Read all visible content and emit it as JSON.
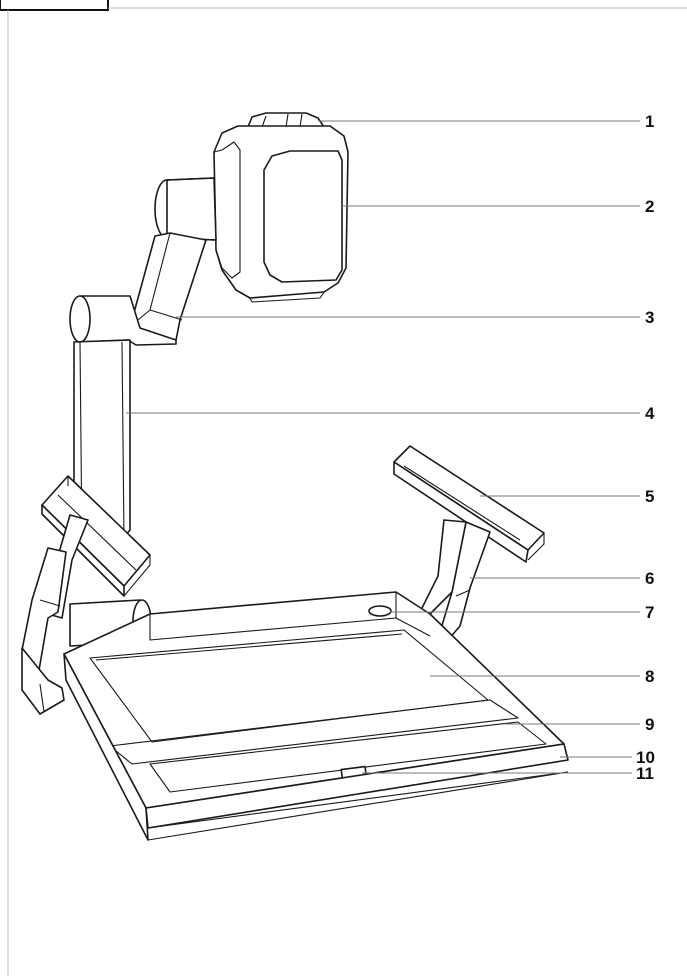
{
  "header_tab": {
    "label": ""
  },
  "callouts": [
    {
      "num": "1"
    },
    {
      "num": "2"
    },
    {
      "num": "3"
    },
    {
      "num": "4"
    },
    {
      "num": "5"
    },
    {
      "num": "6"
    },
    {
      "num": "7"
    },
    {
      "num": "8"
    },
    {
      "num": "9"
    },
    {
      "num": "10"
    },
    {
      "num": "11"
    }
  ]
}
